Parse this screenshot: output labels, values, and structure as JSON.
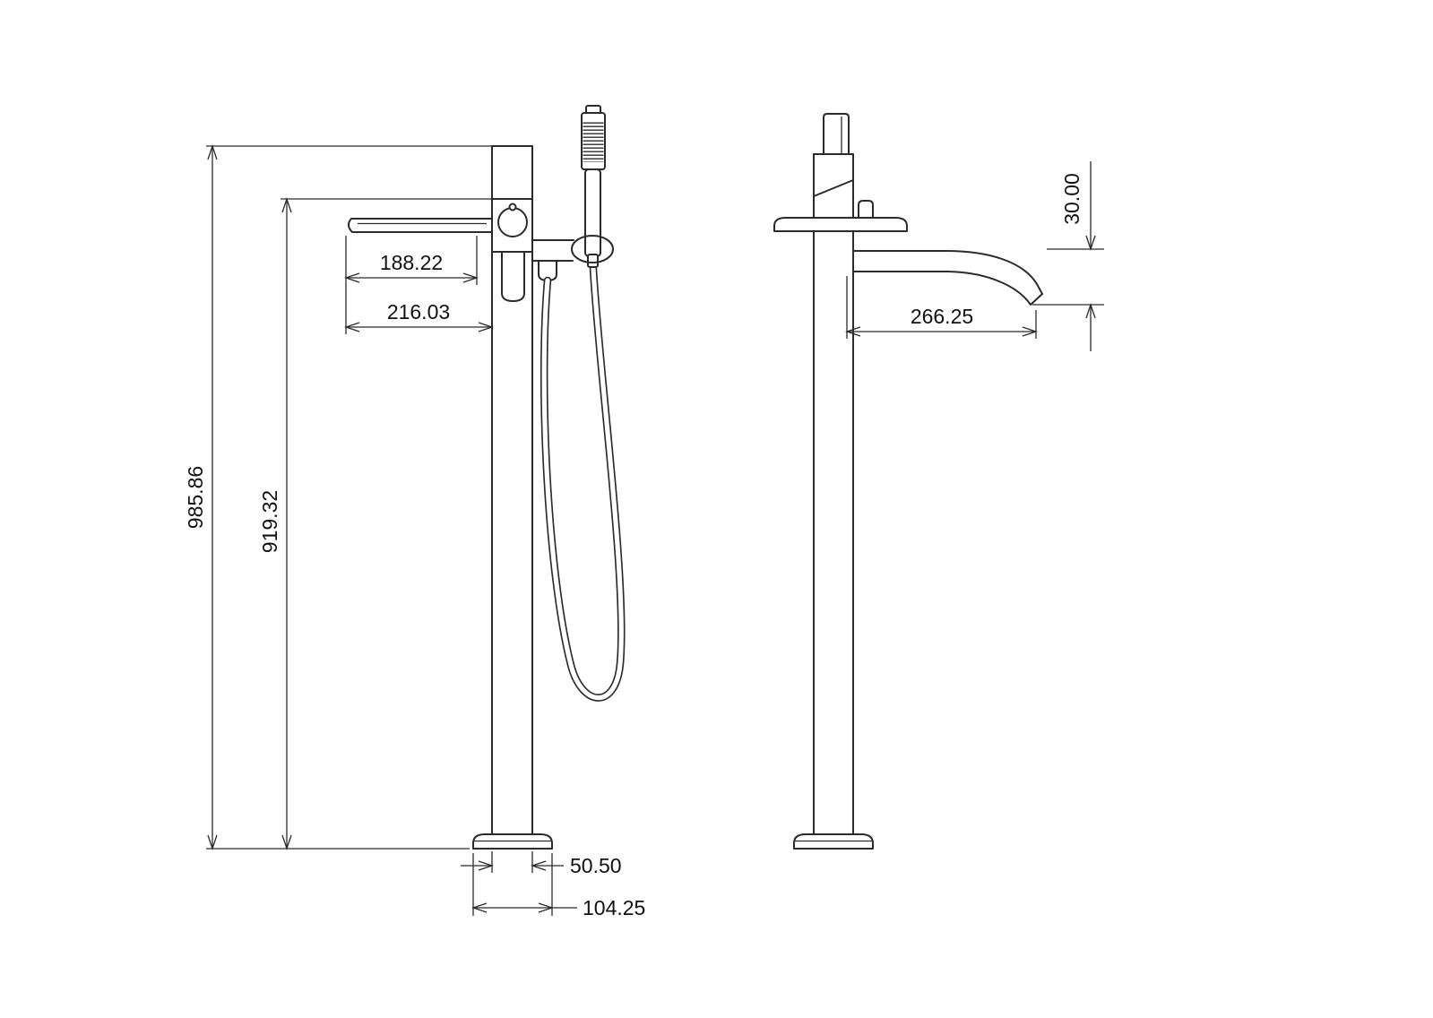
{
  "colors": {
    "background": "#ffffff",
    "line_color": "#2b2b2b",
    "text_color": "#111111"
  },
  "views": {
    "front": {
      "dims": {
        "spout_inner_width": "188.22",
        "spout_overall_width": "216.03",
        "overall_height": "985.86",
        "spout_height": "919.32",
        "column_diameter": "50.50",
        "base_diameter": "104.25"
      }
    },
    "side": {
      "dims": {
        "spout_reach": "266.25",
        "spout_drop": "30.00"
      }
    }
  }
}
